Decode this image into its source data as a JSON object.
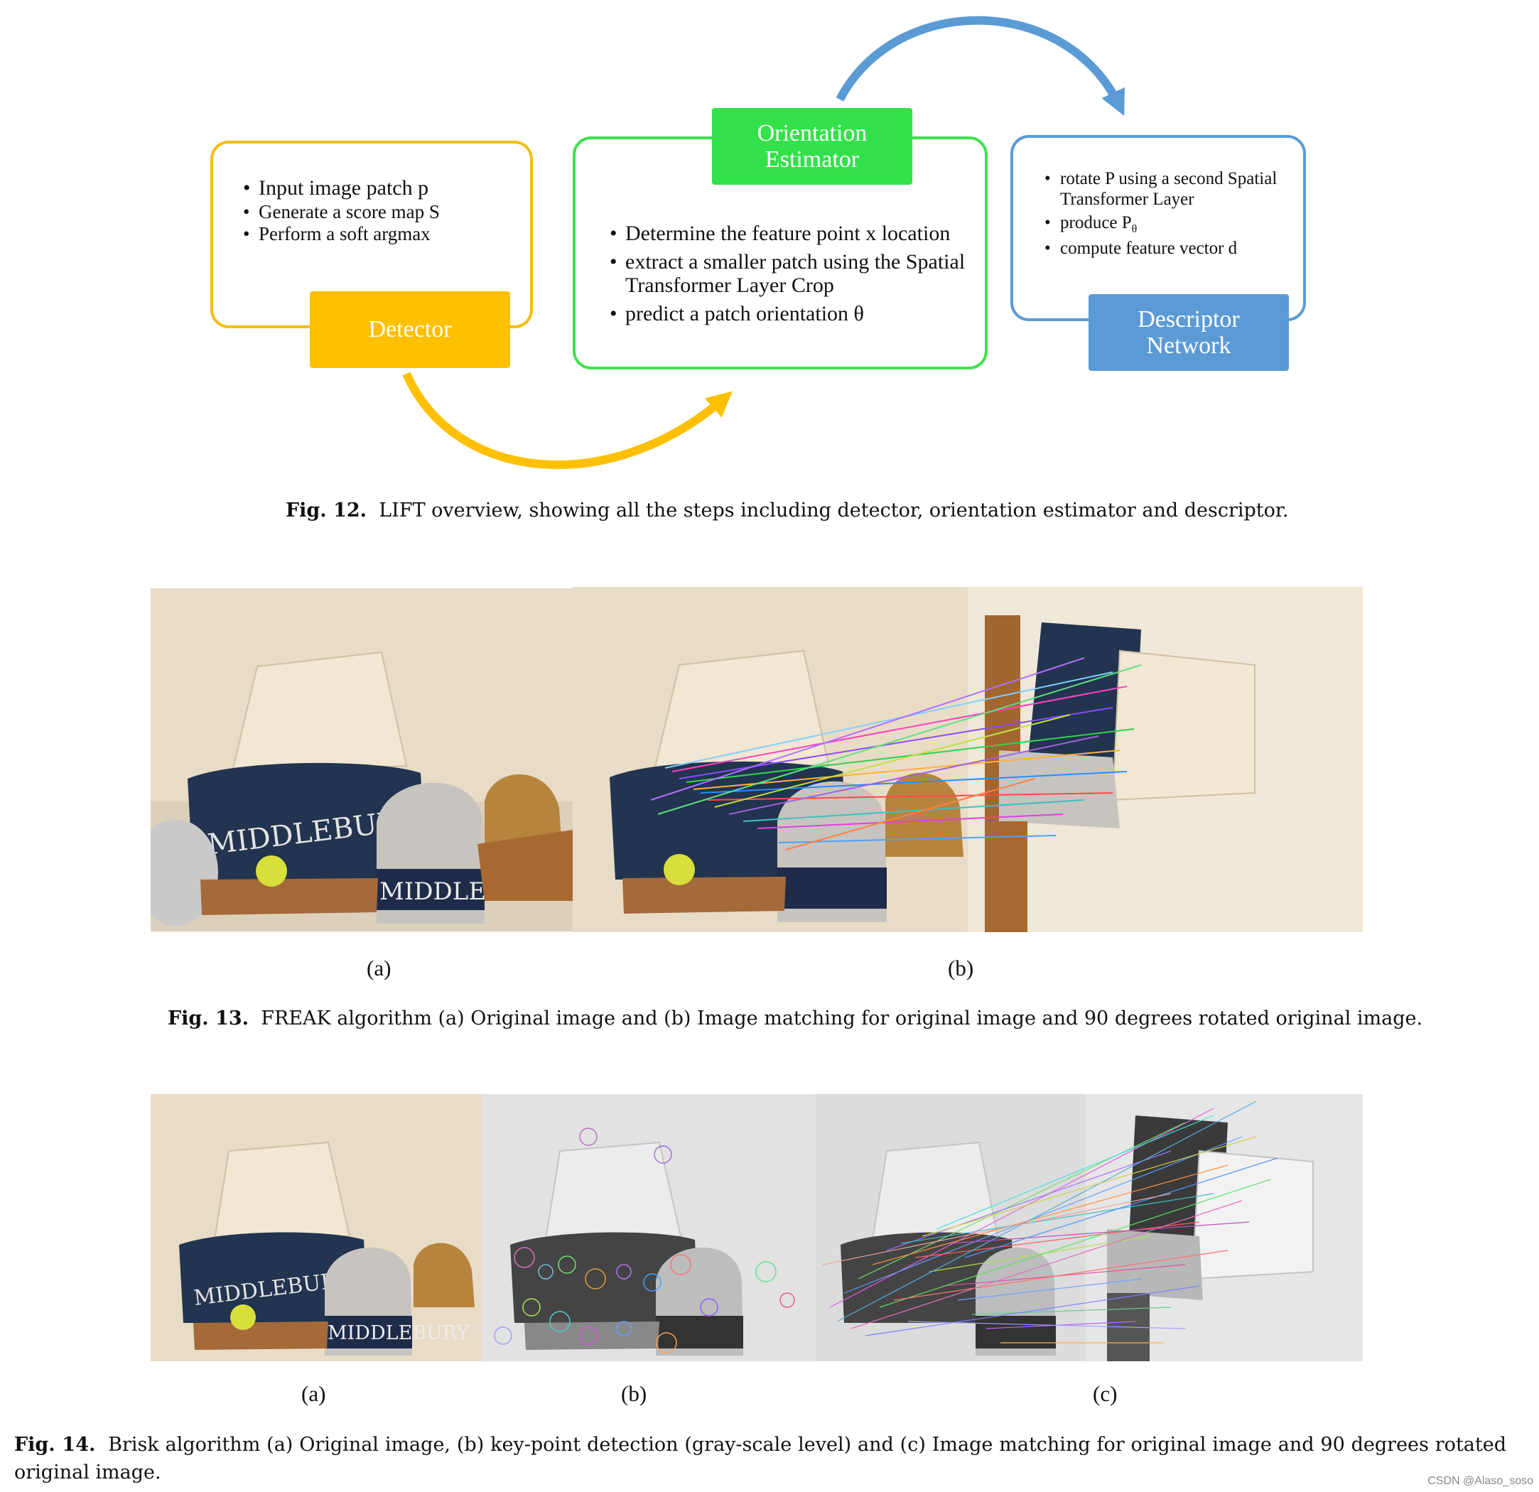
{
  "fig12": {
    "detector": {
      "label": "Detector",
      "bullets": [
        "Input image patch p",
        "Generate a score map S",
        "Perform a soft argmax"
      ]
    },
    "orientation": {
      "label_line1": "Orientation",
      "label_line2": "Estimator",
      "bullets": [
        "Determine the feature point x location",
        "extract a smaller patch using the Spatial Transformer Layer Crop",
        "predict a patch orientation θ"
      ]
    },
    "descriptor": {
      "label_line1": "Descriptor",
      "label_line2": "Network",
      "bullet1": "rotate P using a second Spatial Transformer Layer",
      "bullet2_main": "produce P",
      "bullet2_sub": "θ",
      "bullet3": "compute feature vector d"
    },
    "colors": {
      "detector": "#ffc000",
      "orientation": "#33e14a",
      "descriptor": "#5b9bd5"
    },
    "caption_label": "Fig. 12.",
    "caption_text": "LIFT overview, showing all the steps including detector, orientation estimator and descriptor."
  },
  "fig13": {
    "sublabel_a": "(a)",
    "sublabel_b": "(b)",
    "caption_label": "Fig. 13.",
    "caption_text": "FREAK algorithm (a) Original image and (b) Image matching for original image and 90 degrees rotated original image.",
    "pillow_text": "MIDDLEBURY",
    "hat_text": "MIDDLEBURY"
  },
  "fig14": {
    "sublabel_a": "(a)",
    "sublabel_b": "(b)",
    "sublabel_c": "(c)",
    "caption_label": "Fig. 14.",
    "caption_text": "Brisk algorithm (a) Original image, (b) key-point detection (gray-scale level) and (c) Image matching for original image and 90 degrees rotated original image.",
    "pillow_text": "MIDDLEBURY",
    "hat_text": "MIDDLEBURY"
  },
  "watermark": "CSDN @Alaso_soso"
}
